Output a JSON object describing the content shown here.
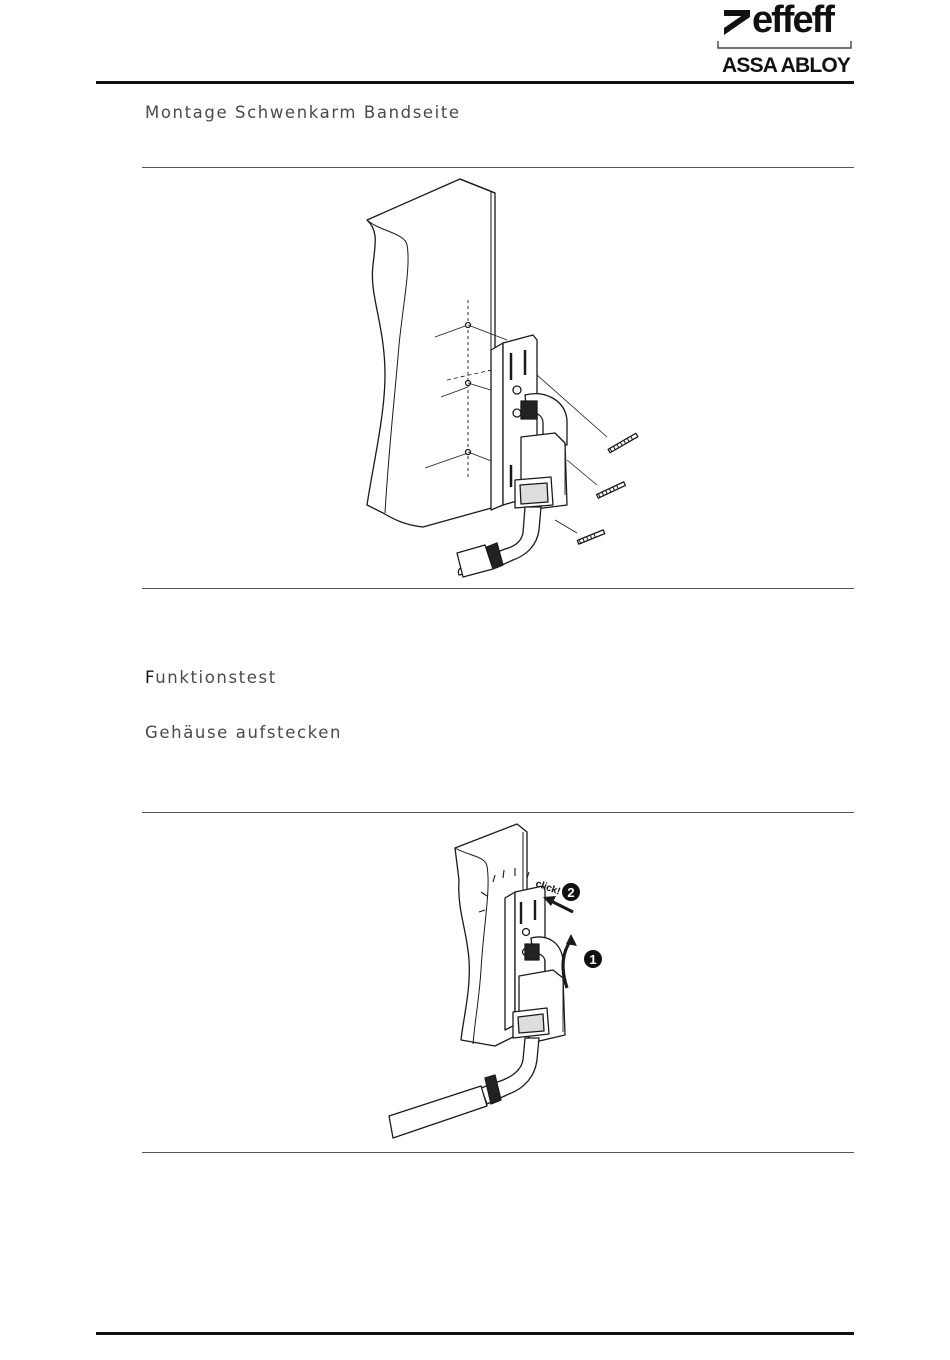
{
  "header": {
    "brand_name": "effeff",
    "brand_group": "ASSA ABLOY"
  },
  "sections": {
    "mounting_title": "Montage Schwenkarm Bandseite",
    "function_test_first_letter": "F",
    "function_test_rest": "unktionstest",
    "housing_title": "Gehäuse aufstecken"
  },
  "figure2": {
    "click_label": "click!",
    "step1_label": "1",
    "step2_label": "2"
  }
}
